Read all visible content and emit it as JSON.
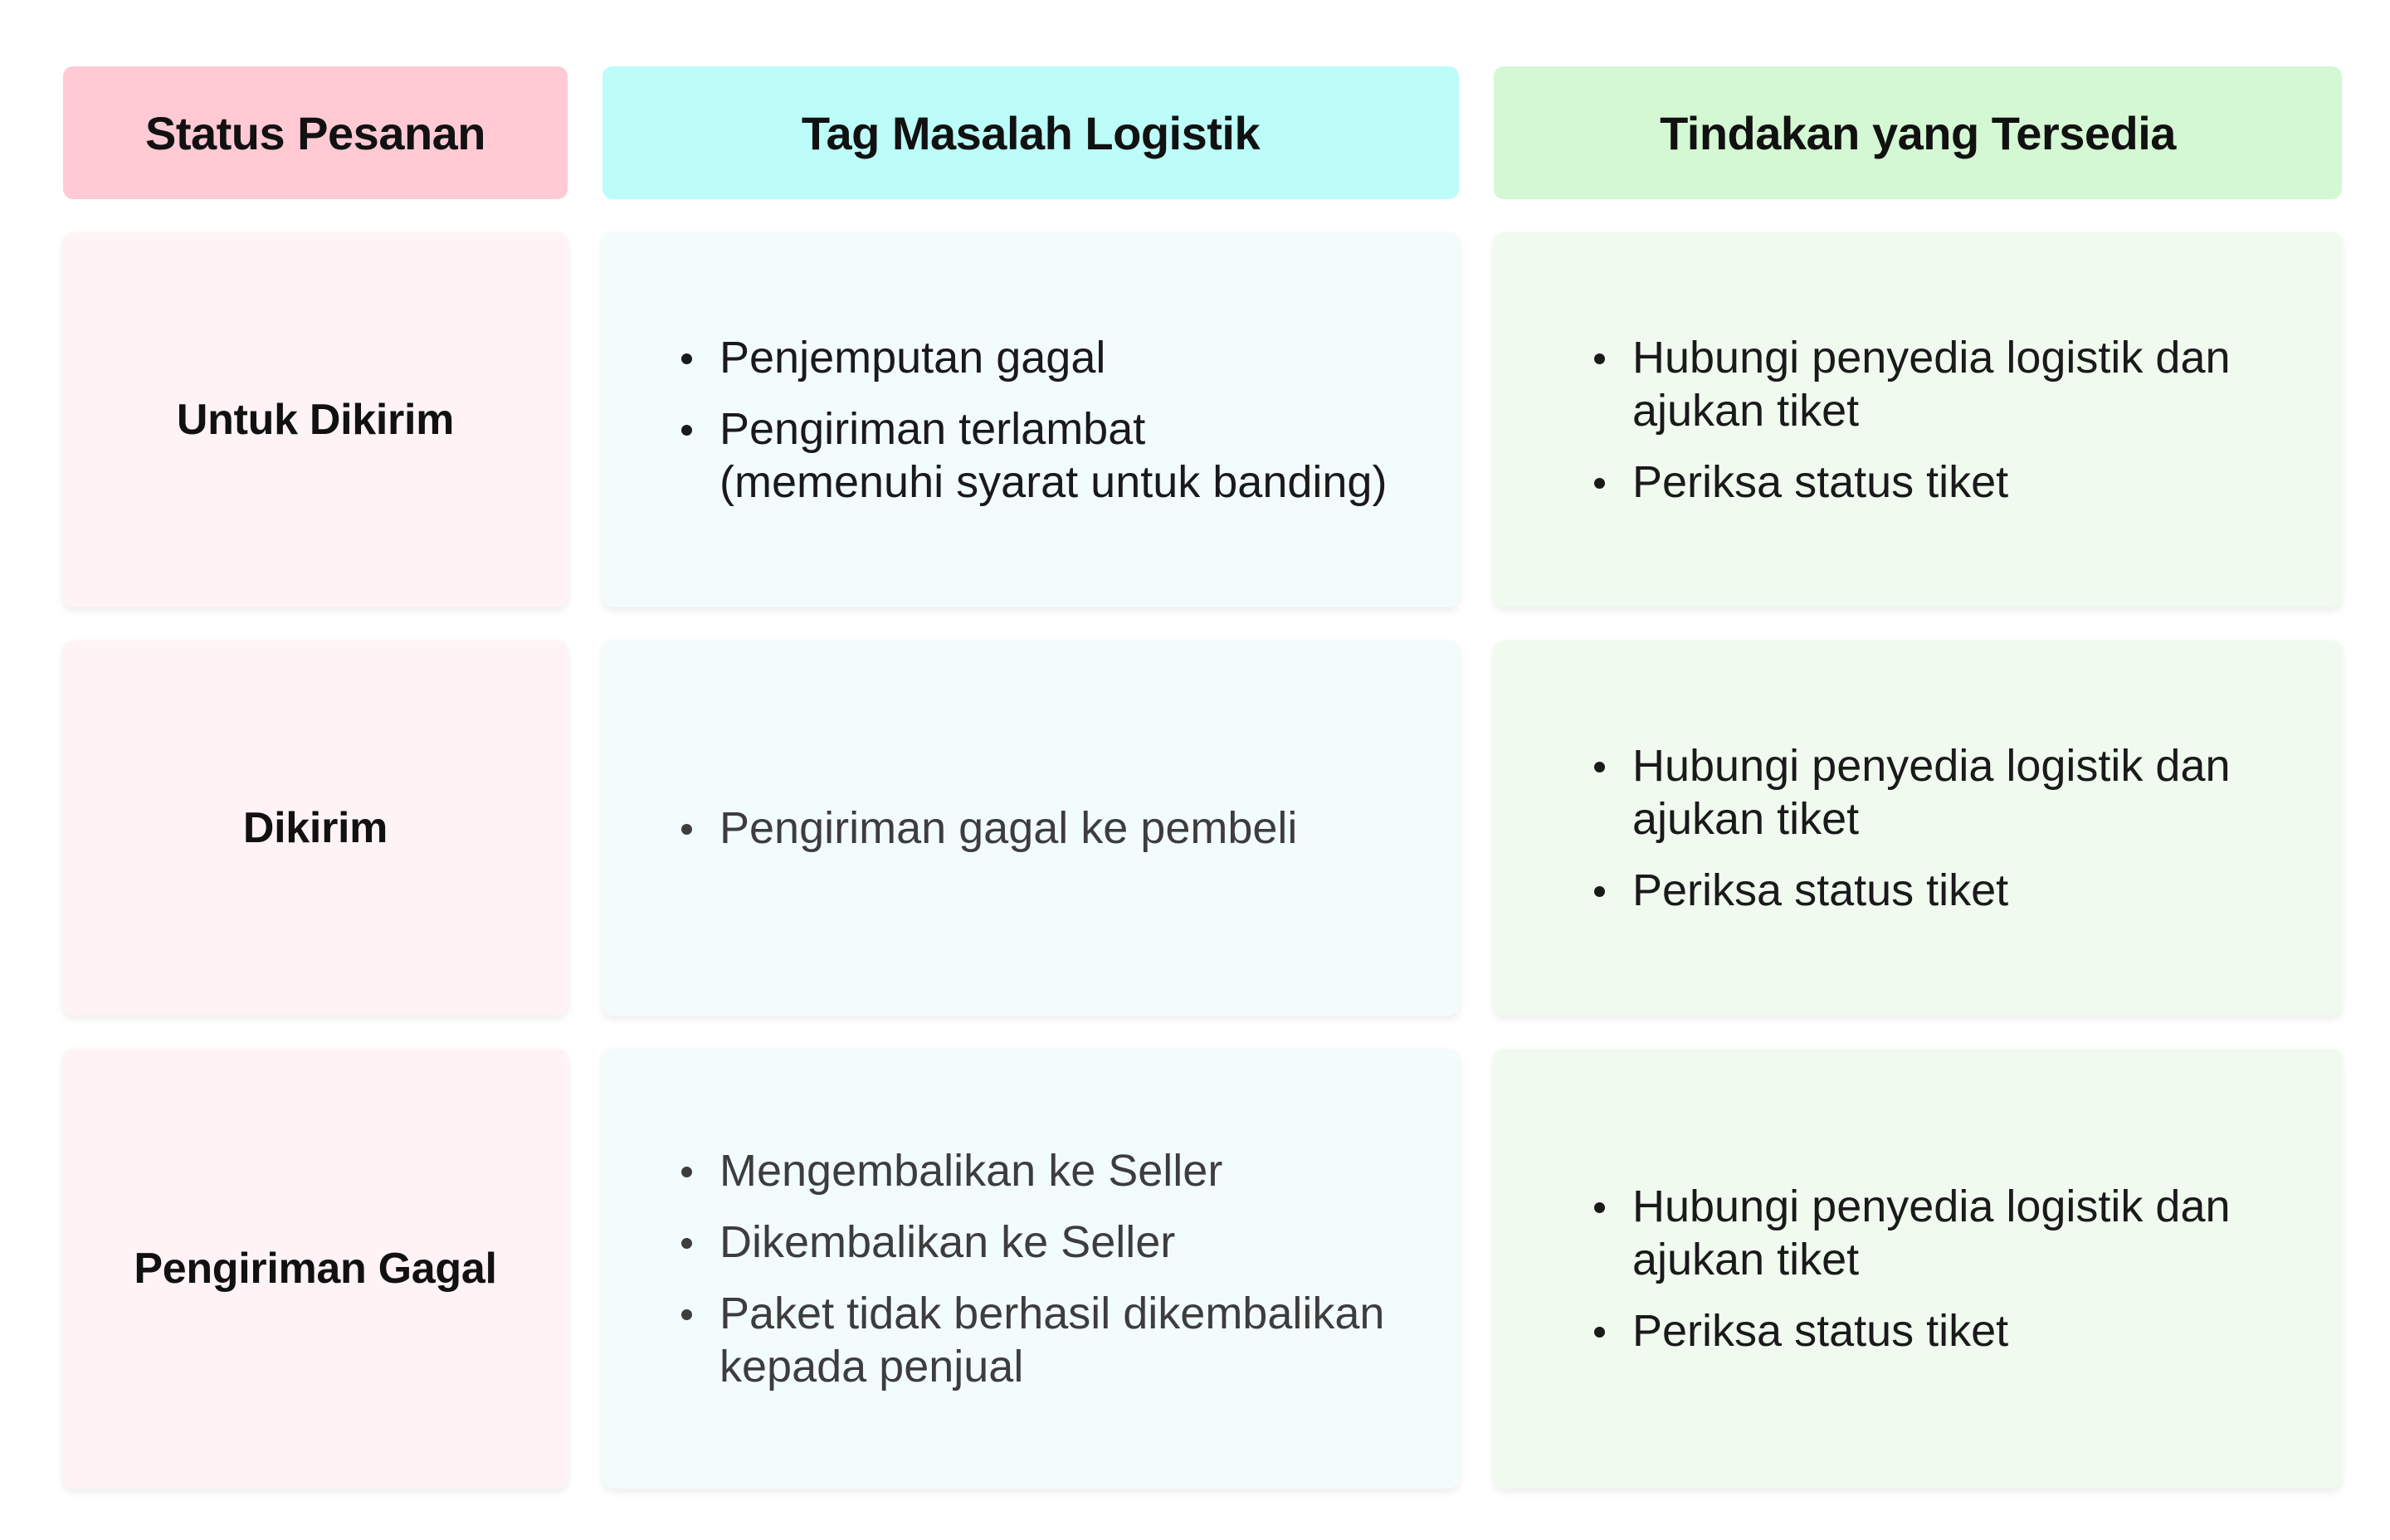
{
  "headers": {
    "status": "Status Pesanan",
    "tag": "Tag Masalah Logistik",
    "action": "Tindakan yang Tersedia"
  },
  "rows": [
    {
      "status": "Untuk Dikirim",
      "tags": [
        "Penjemputan gagal",
        "Pengiriman terlambat\n(memenuhi syarat untuk banding)"
      ],
      "actions": [
        "Hubungi penyedia logistik dan\najukan tiket",
        "Periksa status tiket"
      ]
    },
    {
      "status": "Dikirim",
      "tags": [
        "Pengiriman gagal ke pembeli"
      ],
      "actions": [
        "Hubungi penyedia logistik dan\najukan tiket",
        "Periksa status tiket"
      ]
    },
    {
      "status": "Pengiriman Gagal",
      "tags": [
        "Mengembalikan ke Seller",
        "Dikembalikan ke Seller",
        "Paket tidak berhasil dikembalikan\nkepada penjual"
      ],
      "actions": [
        "Hubungi penyedia logistik dan\najukan tiket",
        "Periksa status tiket"
      ]
    }
  ],
  "colors": {
    "status_header": "#ffcad4",
    "tag_header": "#bcfcf9",
    "action_header": "#d3f8d3",
    "status_cell": "#fff3f5",
    "tag_cell": "#f3fcfd",
    "action_cell": "#f0faef"
  }
}
